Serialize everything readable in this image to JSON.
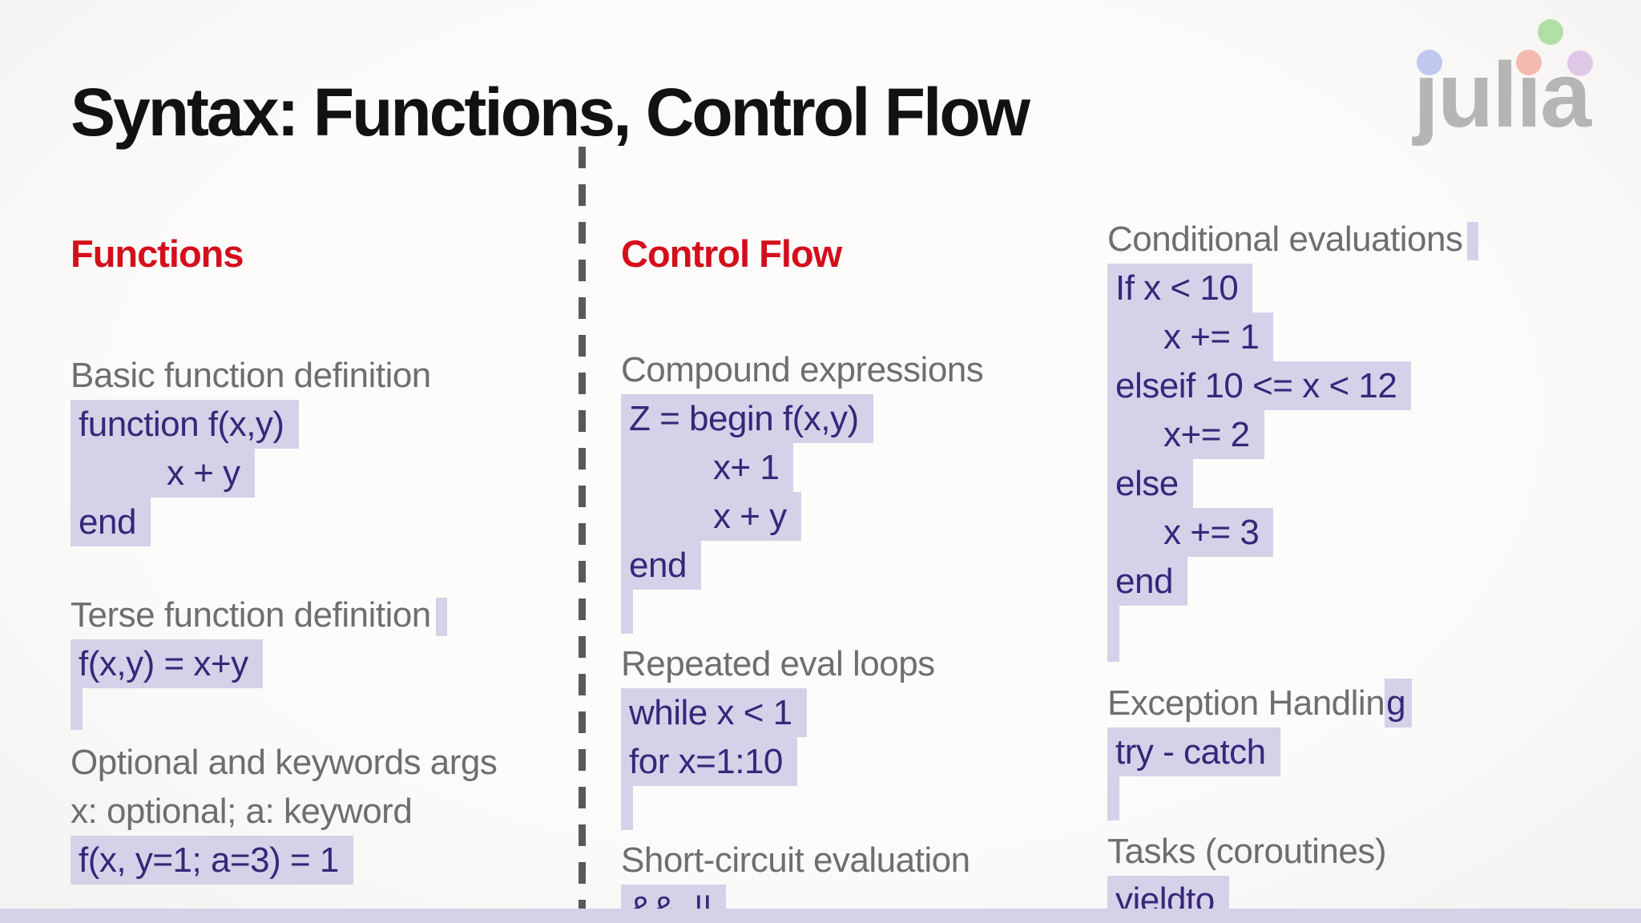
{
  "title": "Syntax: Functions, Control Flow",
  "logo": {
    "text": "julia",
    "display_text": "ȷulıa"
  },
  "colors": {
    "background": "#fdfcfb",
    "title_black": "#121212",
    "heading_red": "#d40e1b",
    "label_gray": "#6f6d70",
    "code_purple": "#342879",
    "highlight": "#d7d0e9",
    "divider_gray": "#59595b",
    "bottom_bar": "#d6d0e8",
    "logo_gray": "#a6a4a6",
    "logo_blue": "#b9c2ee",
    "logo_green": "#a8dd9e",
    "logo_red": "#f2b3a8",
    "logo_purple": "#dcc3e6"
  },
  "columns": [
    {
      "name": "functions",
      "items": [
        {
          "t": "heading",
          "text": "Functions"
        },
        {
          "t": "gap",
          "h": 78
        },
        {
          "t": "label",
          "text": "Basic function definition"
        },
        {
          "t": "code",
          "text": "function f(x,y)"
        },
        {
          "t": "code",
          "text": "x + y",
          "indent": 110
        },
        {
          "t": "code",
          "text": "end"
        },
        {
          "t": "gap",
          "h": 55
        },
        {
          "t": "label",
          "text": "Terse function definition",
          "tick": true
        },
        {
          "t": "code",
          "text": "f(x,y) = x+y"
        },
        {
          "t": "gap",
          "h": 62,
          "bar": 52
        },
        {
          "t": "label",
          "text": "Optional and keywords args"
        },
        {
          "t": "label",
          "text": "x: optional; a: keyword"
        },
        {
          "t": "code",
          "text": "f(x, y=1; a=3) = 1"
        }
      ]
    },
    {
      "name": "control-flow",
      "items": [
        {
          "t": "heading",
          "text": "Control Flow"
        },
        {
          "t": "gap",
          "h": 71
        },
        {
          "t": "label",
          "text": "Compound expressions"
        },
        {
          "t": "code",
          "text": "Z = begin f(x,y)"
        },
        {
          "t": "code",
          "text": "x+ 1",
          "indent": 105
        },
        {
          "t": "code",
          "text": "x + y",
          "indent": 105
        },
        {
          "t": "code",
          "text": "end"
        },
        {
          "t": "gap",
          "h": 62,
          "bar": 55
        },
        {
          "t": "label",
          "text": "Repeated eval loops"
        },
        {
          "t": "code",
          "text": "while x < 1"
        },
        {
          "t": "code",
          "text": "for x=1:10"
        },
        {
          "t": "gap",
          "h": 62,
          "bar": 55
        },
        {
          "t": "label",
          "text": "Short-circuit evaluation"
        },
        {
          "t": "code",
          "text": "&&, ||"
        }
      ]
    },
    {
      "name": "conditional-exceptions-tasks",
      "items": [
        {
          "t": "label",
          "text": "Conditional evaluations",
          "tick": true
        },
        {
          "t": "code",
          "text": "If x < 10"
        },
        {
          "t": "code",
          "text": "x += 1",
          "indent": 60
        },
        {
          "t": "code",
          "text": "elseif 10 <= x < 12"
        },
        {
          "t": "code",
          "text": "x+= 2",
          "indent": 60
        },
        {
          "t": "code",
          "text": "else"
        },
        {
          "t": "code",
          "text": "x += 3",
          "indent": 60
        },
        {
          "t": "code",
          "text": "end"
        },
        {
          "t": "gap",
          "h": 91,
          "bar": 70
        },
        {
          "t": "label",
          "text": "Exception Handling",
          "hl_last": 1
        },
        {
          "t": "code",
          "text": "try - catch"
        },
        {
          "t": "gap",
          "h": 63,
          "bar": 55
        },
        {
          "t": "label",
          "text": "Tasks (coroutines)"
        },
        {
          "t": "code",
          "text": "yieldto"
        }
      ]
    }
  ]
}
